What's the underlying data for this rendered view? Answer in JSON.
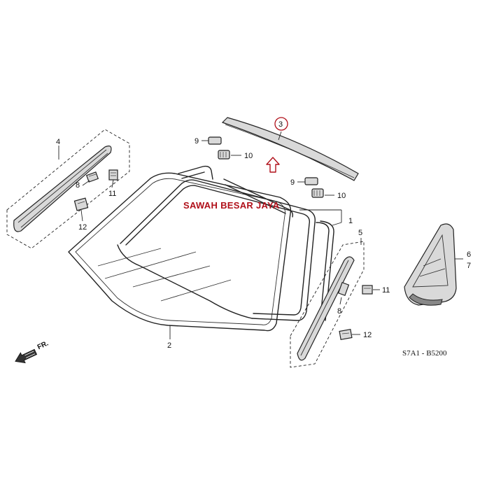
{
  "watermark": "SAWAH BESAR JAYA",
  "diagram_code": "S7A1 - B5200",
  "front_label": "FR.",
  "callouts": {
    "c1": "1",
    "c2": "2",
    "c3": "3",
    "c4": "4",
    "c5": "5",
    "c6": "6",
    "c7": "7",
    "c8a": "8",
    "c8b": "8",
    "c9a": "9",
    "c9b": "9",
    "c10a": "10",
    "c10b": "10",
    "c11a": "11",
    "c11b": "11",
    "c12a": "12",
    "c12b": "12"
  },
  "colors": {
    "highlight": "#b0101a",
    "line": "#222222"
  },
  "icons": [
    "front-direction-arrow-icon",
    "up-arrow-icon",
    "highlight-circle-icon"
  ]
}
